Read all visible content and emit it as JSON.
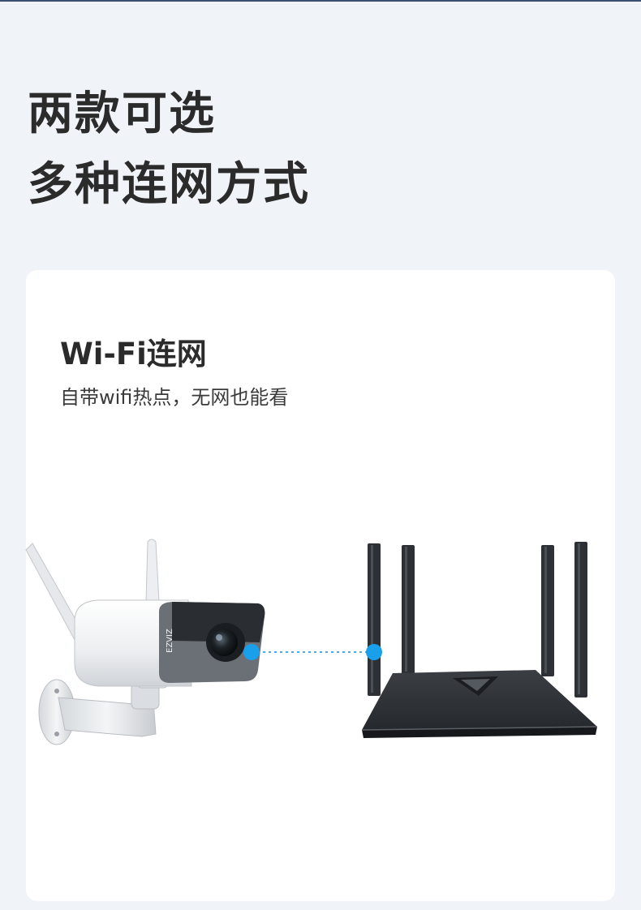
{
  "header": {
    "line1": "两款可选",
    "line2": "多种连网方式"
  },
  "card": {
    "title": "Wi-Fi连网",
    "subtitle": "自带wifi热点，无网也能看"
  },
  "illustration": {
    "camera_brand": "EZVIZ",
    "connection_dot_color": "#1aa0ea",
    "connection_line_color": "#4aa8ef",
    "camera_body_color": "#eef0f2",
    "router_color": "#2f3236"
  }
}
